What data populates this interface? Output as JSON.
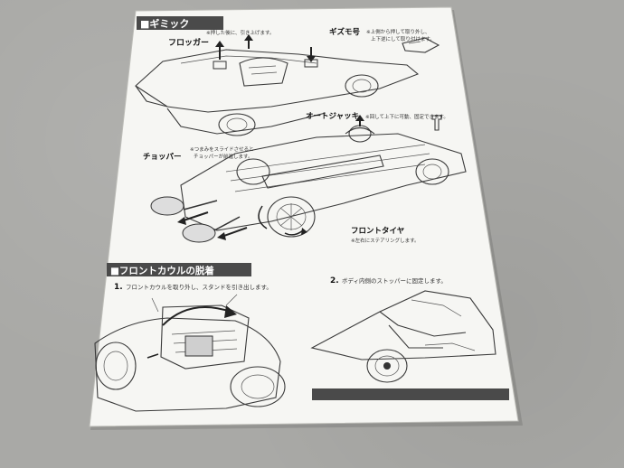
{
  "section_gimmick": {
    "title": "■ギミック",
    "flogger": {
      "label": "フロッガー",
      "note": "※押した後に、引き上げます。"
    },
    "gizumo": {
      "label": "ギズモ号",
      "note_line1": "※上側から押して取り外し、",
      "note_line2": "上下逆にして取り付けます。"
    },
    "autojack": {
      "label": "オートジャッキ",
      "note": "※回して上下に可動、固定できます。"
    },
    "chopper": {
      "label": "チョッパー",
      "note_line1": "※つまみをスライドさせると",
      "note_line2": "チョッパーが前進します。"
    },
    "front_tire": {
      "label": "フロントタイヤ",
      "note": "※左右にステアリングします。"
    }
  },
  "section_cowl": {
    "title": "■フロントカウルの脱着",
    "step1": {
      "number": "1.",
      "text": "フロントカウルを取り外し、スタンドを引き出します。"
    },
    "step2": {
      "number": "2.",
      "text": "ボディ内側のストッパーに固定します。"
    }
  }
}
